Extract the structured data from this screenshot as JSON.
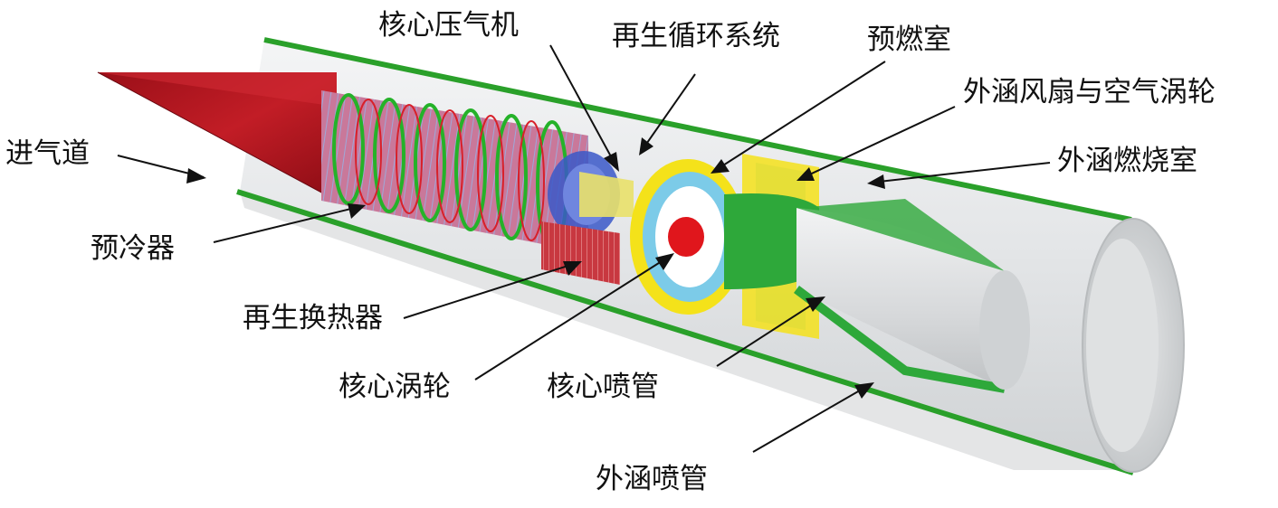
{
  "colors": {
    "casing_outer": "#d6d9db",
    "casing_inner": "#eef0f1",
    "casing_edge": "#2aa02a",
    "inlet_cone": "#b41a24",
    "precooler": "#c9789a",
    "precooler_ring": "#25b229",
    "regen_exchanger": "#c83840",
    "compressor": "#3a58c8",
    "preburner_ring": "#f4e21a",
    "turbine_ring": "#7ccbe8",
    "core_hot": "#e0161c",
    "nozzle_green": "#2ea83a",
    "nozzle_grey": "#d8dadc"
  },
  "labels": {
    "inlet": "进气道",
    "precooler": "预冷器",
    "regen_heat_exchanger": "再生换热器",
    "core_turbine": "核心涡轮",
    "core_compressor": "核心压气机",
    "regen_cycle_system": "再生循环系统",
    "preburner": "预燃室",
    "bypass_fan_air_turbine": "外涵风扇与空气涡轮",
    "bypass_combustor": "外涵燃烧室",
    "core_nozzle": "核心喷管",
    "bypass_nozzle": "外涵喷管"
  }
}
